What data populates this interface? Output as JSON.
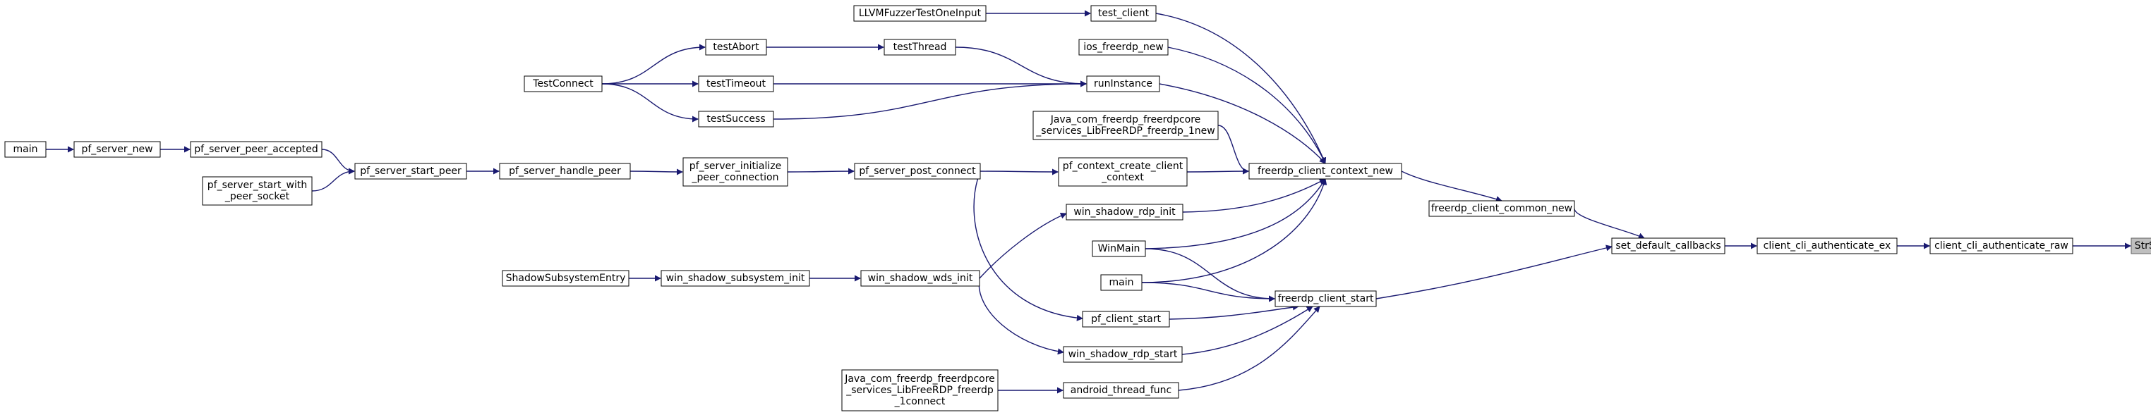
{
  "diagram": {
    "type": "call-graph",
    "colors": {
      "node_fill": "#ffffff",
      "node_stroke": "#000000",
      "focus_fill": "#bfbfbf",
      "focus_stroke": "#666666",
      "edge": "#191970"
    },
    "nodes": [
      {
        "id": "StrSep",
        "lines": [
          "StrSep"
        ],
        "focus": true
      },
      {
        "id": "client_cli_authenticate_raw",
        "lines": [
          "client_cli_authenticate_raw"
        ]
      },
      {
        "id": "client_cli_authenticate_ex",
        "lines": [
          "client_cli_authenticate_ex"
        ]
      },
      {
        "id": "set_default_callbacks",
        "lines": [
          "set_default_callbacks"
        ]
      },
      {
        "id": "freerdp_client_common_new",
        "lines": [
          "freerdp_client_common_new"
        ]
      },
      {
        "id": "freerdp_client_start",
        "lines": [
          "freerdp_client_start"
        ]
      },
      {
        "id": "freerdp_client_context_new",
        "lines": [
          "freerdp_client_context_new"
        ]
      },
      {
        "id": "test_client",
        "lines": [
          "test_client"
        ]
      },
      {
        "id": "LLVMFuzzerTestOneInput",
        "lines": [
          "LLVMFuzzerTestOneInput"
        ]
      },
      {
        "id": "ios_freerdp_new",
        "lines": [
          "ios_freerdp_new"
        ]
      },
      {
        "id": "runInstance",
        "lines": [
          "runInstance"
        ]
      },
      {
        "id": "testThread",
        "lines": [
          "testThread"
        ]
      },
      {
        "id": "testAbort",
        "lines": [
          "testAbort"
        ]
      },
      {
        "id": "testTimeout",
        "lines": [
          "testTimeout"
        ]
      },
      {
        "id": "testSuccess",
        "lines": [
          "testSuccess"
        ]
      },
      {
        "id": "TestConnect",
        "lines": [
          "TestConnect"
        ]
      },
      {
        "id": "java_new",
        "lines": [
          "Java_com_freerdp_freerdpcore",
          "_services_LibFreeRDP_freerdp_1new"
        ]
      },
      {
        "id": "pf_context_create_client_context",
        "lines": [
          "pf_context_create_client",
          "_context"
        ]
      },
      {
        "id": "pf_server_post_connect",
        "lines": [
          "pf_server_post_connect"
        ]
      },
      {
        "id": "pf_server_initialize_peer_connection",
        "lines": [
          "pf_server_initialize",
          "_peer_connection"
        ]
      },
      {
        "id": "pf_server_handle_peer",
        "lines": [
          "pf_server_handle_peer"
        ]
      },
      {
        "id": "pf_server_start_peer",
        "lines": [
          "pf_server_start_peer"
        ]
      },
      {
        "id": "pf_server_peer_accepted",
        "lines": [
          "pf_server_peer_accepted"
        ]
      },
      {
        "id": "pf_server_start_with_peer_socket",
        "lines": [
          "pf_server_start_with",
          "_peer_socket"
        ]
      },
      {
        "id": "pf_server_new",
        "lines": [
          "pf_server_new"
        ]
      },
      {
        "id": "main_left",
        "lines": [
          "main"
        ]
      },
      {
        "id": "win_shadow_rdp_init",
        "lines": [
          "win_shadow_rdp_init"
        ]
      },
      {
        "id": "WinMain",
        "lines": [
          "WinMain"
        ]
      },
      {
        "id": "main_right",
        "lines": [
          "main"
        ]
      },
      {
        "id": "pf_client_start",
        "lines": [
          "pf_client_start"
        ]
      },
      {
        "id": "win_shadow_rdp_start",
        "lines": [
          "win_shadow_rdp_start"
        ]
      },
      {
        "id": "android_thread_func",
        "lines": [
          "android_thread_func"
        ]
      },
      {
        "id": "java_connect",
        "lines": [
          "Java_com_freerdp_freerdpcore",
          "_services_LibFreeRDP_freerdp",
          "_1connect"
        ]
      },
      {
        "id": "win_shadow_wds_init",
        "lines": [
          "win_shadow_wds_init"
        ]
      },
      {
        "id": "win_shadow_subsystem_init",
        "lines": [
          "win_shadow_subsystem_init"
        ]
      },
      {
        "id": "ShadowSubsystemEntry",
        "lines": [
          "ShadowSubsystemEntry"
        ]
      }
    ],
    "edges": [
      [
        "client_cli_authenticate_raw",
        "StrSep"
      ],
      [
        "client_cli_authenticate_ex",
        "client_cli_authenticate_raw"
      ],
      [
        "set_default_callbacks",
        "client_cli_authenticate_ex"
      ],
      [
        "freerdp_client_common_new",
        "set_default_callbacks"
      ],
      [
        "freerdp_client_start",
        "set_default_callbacks"
      ],
      [
        "freerdp_client_context_new",
        "freerdp_client_common_new"
      ],
      [
        "test_client",
        "freerdp_client_context_new"
      ],
      [
        "LLVMFuzzerTestOneInput",
        "test_client"
      ],
      [
        "ios_freerdp_new",
        "freerdp_client_context_new"
      ],
      [
        "runInstance",
        "freerdp_client_context_new"
      ],
      [
        "testThread",
        "runInstance"
      ],
      [
        "testAbort",
        "testThread"
      ],
      [
        "TestConnect",
        "testAbort"
      ],
      [
        "testTimeout",
        "runInstance"
      ],
      [
        "TestConnect",
        "testTimeout"
      ],
      [
        "testSuccess",
        "runInstance"
      ],
      [
        "TestConnect",
        "testSuccess"
      ],
      [
        "java_new",
        "freerdp_client_context_new"
      ],
      [
        "pf_context_create_client_context",
        "freerdp_client_context_new"
      ],
      [
        "pf_server_post_connect",
        "pf_context_create_client_context"
      ],
      [
        "pf_server_initialize_peer_connection",
        "pf_server_post_connect"
      ],
      [
        "pf_server_handle_peer",
        "pf_server_initialize_peer_connection"
      ],
      [
        "pf_server_start_peer",
        "pf_server_handle_peer"
      ],
      [
        "pf_server_peer_accepted",
        "pf_server_start_peer"
      ],
      [
        "pf_server_start_with_peer_socket",
        "pf_server_start_peer"
      ],
      [
        "pf_server_new",
        "pf_server_peer_accepted"
      ],
      [
        "main_left",
        "pf_server_new"
      ],
      [
        "win_shadow_rdp_init",
        "freerdp_client_context_new"
      ],
      [
        "win_shadow_wds_init",
        "win_shadow_rdp_init"
      ],
      [
        "WinMain",
        "freerdp_client_context_new"
      ],
      [
        "main_right",
        "freerdp_client_context_new"
      ],
      [
        "WinMain",
        "freerdp_client_start"
      ],
      [
        "main_right",
        "freerdp_client_start"
      ],
      [
        "pf_client_start",
        "freerdp_client_start"
      ],
      [
        "pf_server_post_connect",
        "pf_client_start"
      ],
      [
        "win_shadow_rdp_start",
        "freerdp_client_start"
      ],
      [
        "win_shadow_wds_init",
        "win_shadow_rdp_start"
      ],
      [
        "android_thread_func",
        "freerdp_client_start"
      ],
      [
        "java_connect",
        "android_thread_func"
      ],
      [
        "win_shadow_subsystem_init",
        "win_shadow_wds_init"
      ],
      [
        "ShadowSubsystemEntry",
        "win_shadow_subsystem_init"
      ]
    ]
  }
}
